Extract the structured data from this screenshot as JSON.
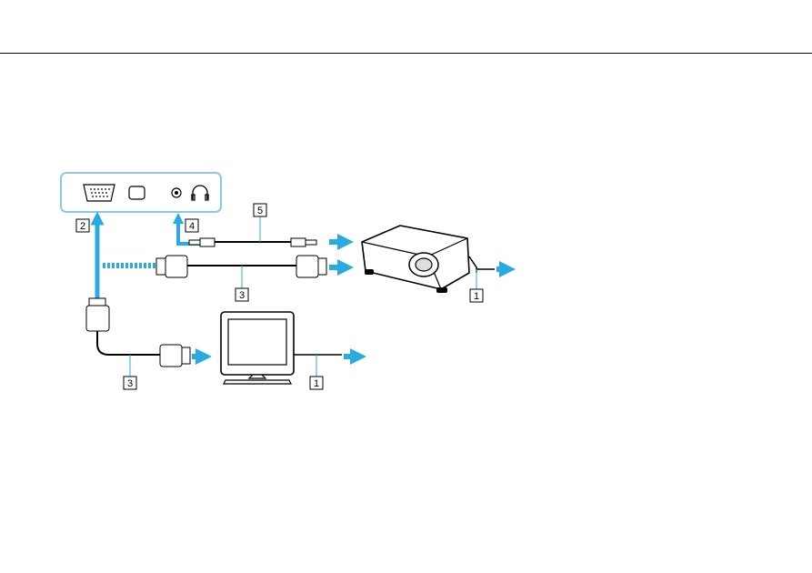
{
  "colors": {
    "accent_arrow": "#29abe2",
    "panel_border": "#8dc6ea",
    "line": "#000000",
    "device_fill": "#ffffff"
  },
  "icons": {
    "vga_port": "vga-port-icon",
    "display_port": "monitor-port-icon",
    "mic_jack": "microphone-jack-icon",
    "headphone": "headphones-icon",
    "projector": "projector-icon",
    "monitor": "monitor-icon",
    "arrow": "arrow-right-icon",
    "arrow_up": "arrow-up-icon"
  },
  "callouts": {
    "port_vga": "2",
    "port_audio": "4",
    "audio_cable": "5",
    "vga_cable_projector": "3",
    "vga_cable_monitor": "3",
    "power_projector": "1",
    "power_monitor": "1"
  }
}
